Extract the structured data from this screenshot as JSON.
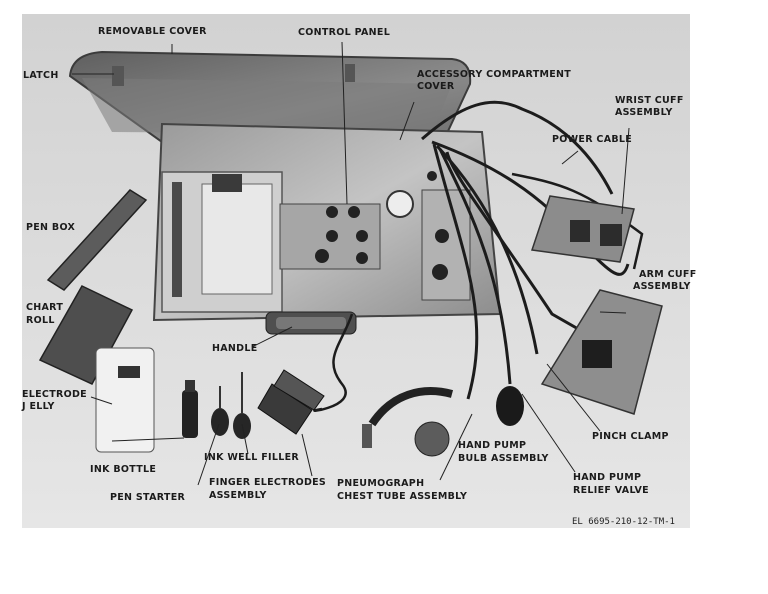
{
  "labels": {
    "removable_cover": "REMOVABLE COVER",
    "control_panel": "CONTROL PANEL",
    "latch": "LATCH",
    "accessory_cover_line1": "ACCESSORY COMPARTMENT",
    "accessory_cover_line2": "COVER",
    "wrist_cuff_line1": "WRIST CUFF",
    "wrist_cuff_line2": "ASSEMBLY",
    "power_cable": "POWER CABLE",
    "pen_box": "PEN BOX",
    "chart_roll_line1": "CHART",
    "chart_roll_line2": "ROLL",
    "arm_cuff_line1": "ARM CUFF",
    "arm_cuff_line2": "ASSEMBLY",
    "handle": "HANDLE",
    "electrode_jelly_line1": "ELECTRODE",
    "electrode_jelly_line2": "J ELLY",
    "pinch_clamp": "PINCH CLAMP",
    "hand_pump_bulb_line1": "HAND PUMP",
    "hand_pump_bulb_line2": "BULB ASSEMBLY",
    "ink_bottle": "INK BOTTLE",
    "ink_well_filler": "INK WELL FILLER",
    "hand_pump_valve_line1": "HAND PUMP",
    "hand_pump_valve_line2": "RELIEF VALVE",
    "finger_electrodes_line1": "FINGER ELECTRODES",
    "finger_electrodes_line2": "ASSEMBLY",
    "pneumograph_line1": "PNEUMOGRAPH",
    "pneumograph_line2": "CHEST TUBE ASSEMBLY",
    "pen_starter": "PEN STARTER"
  },
  "figure_id": "EL 6695-210-12-TM-1"
}
